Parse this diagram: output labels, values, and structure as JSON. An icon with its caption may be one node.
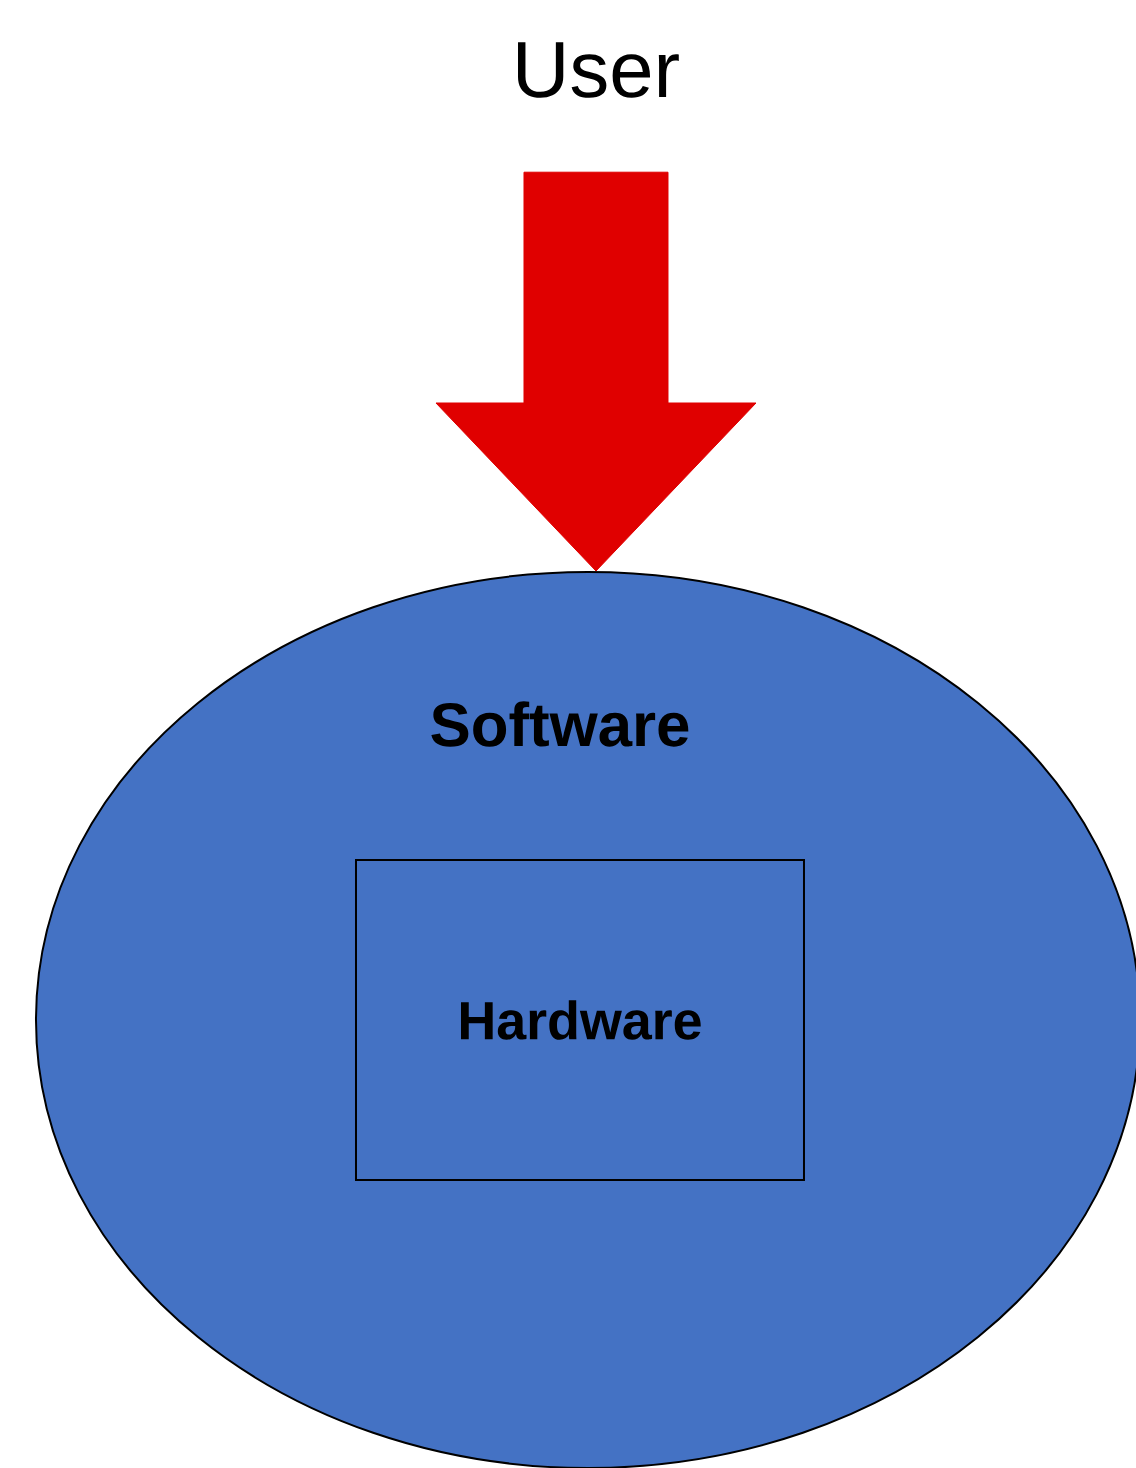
{
  "diagram": {
    "nodes": [
      {
        "text": [
          "User"
        ]
      },
      {
        "text": [
          "Software"
        ]
      },
      {
        "text": [
          "Hardware"
        ],
        "in": 1
      }
    ],
    "edges": [
      {
        "from": 0,
        "to": 1,
        "arrow": "to",
        "color": "#e00000"
      }
    ]
  }
}
